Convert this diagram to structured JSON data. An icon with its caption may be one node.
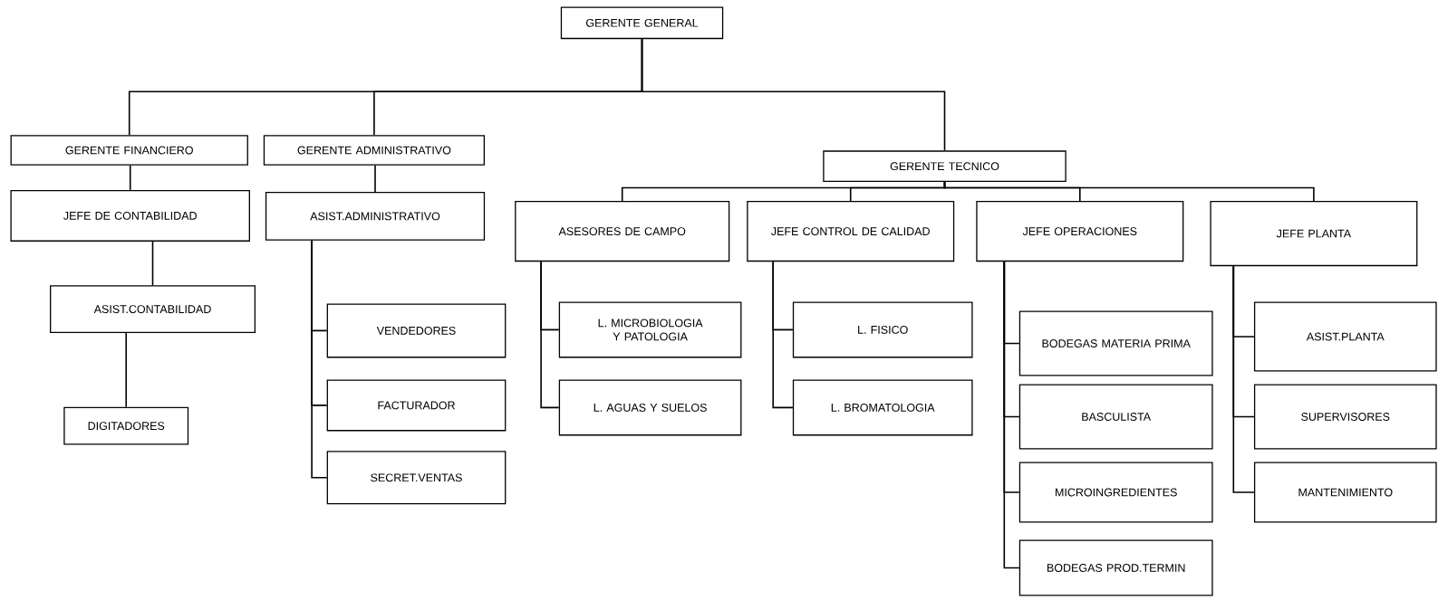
{
  "diagram": {
    "nodes": [
      {
        "text": [
          "GERENTE GENERAL"
        ]
      },
      {
        "text": [
          "GERENTE FINANCIERO"
        ]
      },
      {
        "text": [
          "GERENTE ADMINISTRATIVO"
        ]
      },
      {
        "text": [
          "GERENTE TECNICO"
        ]
      },
      {
        "text": [
          "JEFE DE CONTABILIDAD"
        ]
      },
      {
        "text": [
          "ASIST.CONTABILIDAD"
        ]
      },
      {
        "text": [
          "DIGITADORES"
        ]
      },
      {
        "text": [
          "ASIST.ADMINISTRATIVO"
        ]
      },
      {
        "text": [
          "VENDEDORES"
        ]
      },
      {
        "text": [
          "FACTURADOR"
        ]
      },
      {
        "text": [
          "SECRET.VENTAS"
        ]
      },
      {
        "text": [
          "ASESORES DE CAMPO"
        ]
      },
      {
        "text": [
          "L. MICROBIOLOGIA Y PATOLOGIA"
        ]
      },
      {
        "text": [
          "L. AGUAS Y SUELOS"
        ]
      },
      {
        "text": [
          "JEFE CONTROL DE CALIDAD"
        ]
      },
      {
        "text": [
          "L. FISICO"
        ]
      },
      {
        "text": [
          "L. BROMATOLOGIA"
        ]
      },
      {
        "text": [
          "JEFE OPERACIONES"
        ]
      },
      {
        "text": [
          "BODEGAS MATERIA PRIMA"
        ]
      },
      {
        "text": [
          "BASCULISTA"
        ]
      },
      {
        "text": [
          "MICROINGREDIENTES"
        ]
      },
      {
        "text": [
          "BODEGAS PROD.TERMIN"
        ]
      },
      {
        "text": [
          "JEFE PLANTA"
        ]
      },
      {
        "text": [
          "ASIST.PLANTA"
        ]
      },
      {
        "text": [
          "SUPERVISORES"
        ]
      },
      {
        "text": [
          "MANTENIMIENTO"
        ]
      }
    ],
    "edges": [
      {
        "from": 0,
        "to": 1,
        "arrow": "none"
      },
      {
        "from": 0,
        "to": 2,
        "arrow": "none"
      },
      {
        "from": 0,
        "to": 3,
        "arrow": "none"
      },
      {
        "from": 1,
        "to": 4,
        "arrow": "none"
      },
      {
        "from": 4,
        "to": 5,
        "arrow": "none"
      },
      {
        "from": 5,
        "to": 6,
        "arrow": "none"
      },
      {
        "from": 2,
        "to": 7,
        "arrow": "none"
      },
      {
        "from": 7,
        "to": 8,
        "arrow": "none"
      },
      {
        "from": 7,
        "to": 9,
        "arrow": "none"
      },
      {
        "from": 7,
        "to": 10,
        "arrow": "none"
      },
      {
        "from": 3,
        "to": 11,
        "arrow": "none"
      },
      {
        "from": 3,
        "to": 14,
        "arrow": "none"
      },
      {
        "from": 3,
        "to": 17,
        "arrow": "none"
      },
      {
        "from": 3,
        "to": 22,
        "arrow": "none"
      },
      {
        "from": 11,
        "to": 12,
        "arrow": "none"
      },
      {
        "from": 11,
        "to": 13,
        "arrow": "none"
      },
      {
        "from": 14,
        "to": 15,
        "arrow": "none"
      },
      {
        "from": 14,
        "to": 16,
        "arrow": "none"
      },
      {
        "from": 17,
        "to": 18,
        "arrow": "none"
      },
      {
        "from": 17,
        "to": 19,
        "arrow": "none"
      },
      {
        "from": 17,
        "to": 20,
        "arrow": "none"
      },
      {
        "from": 17,
        "to": 21,
        "arrow": "none"
      },
      {
        "from": 22,
        "to": 23,
        "arrow": "none"
      },
      {
        "from": 22,
        "to": 24,
        "arrow": "none"
      },
      {
        "from": 22,
        "to": 25,
        "arrow": "none"
      }
    ]
  }
}
